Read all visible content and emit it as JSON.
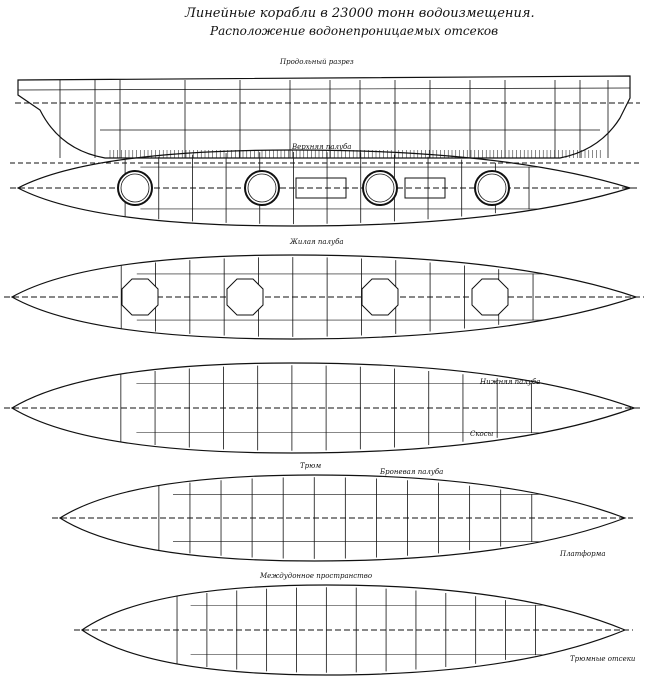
{
  "title": "Линейные корабли в 23000 тонн водоизмещения.",
  "subtitle": "Расположение водонепроницаемых отсеков",
  "views": [
    {
      "label": "Продольный разрез"
    },
    {
      "label": "Верхняя палуба"
    },
    {
      "label": "Жилая палуба"
    },
    {
      "label": "Нижняя палуба"
    },
    {
      "label": "Трюм"
    },
    {
      "label": "Междудонное пространство"
    }
  ],
  "notes": [
    "Броневая палуба",
    "Скосы",
    "Платформа",
    "Трюмные отсеки"
  ],
  "line_color": "#111111"
}
